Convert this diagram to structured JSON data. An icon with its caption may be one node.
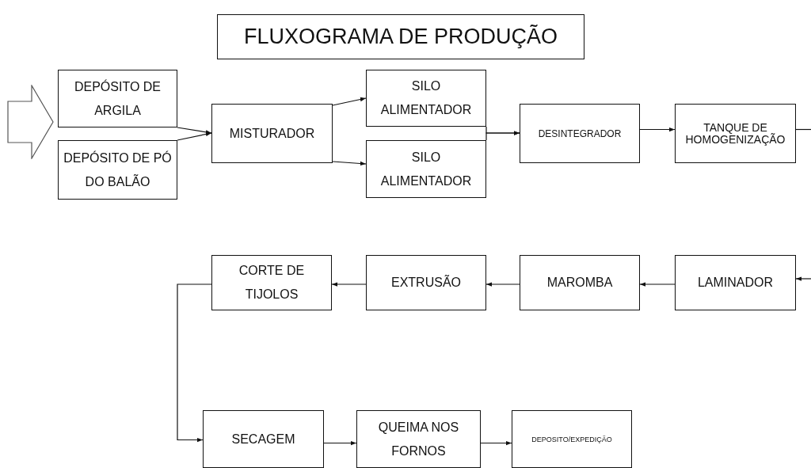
{
  "diagram": {
    "title": "FLUXOGRAMA DE PRODUÇÃO",
    "nodes": [
      {
        "text": [],
        "shape": "arrow"
      },
      {
        "text": [
          "DEPÓSITO DE ARGILA"
        ]
      },
      {
        "text": [
          "DEPÓSITO DE PÓ DO BALÃO"
        ]
      },
      {
        "text": [
          "MISTURADOR"
        ]
      },
      {
        "text": [
          "SILO ALIMENTADOR"
        ]
      },
      {
        "text": [
          "SILO ALIMENTADOR"
        ]
      },
      {
        "text": [
          "DESINTEGRADOR"
        ]
      },
      {
        "text": [
          "TANQUE DE HOMOGENIZAÇÃO"
        ]
      },
      {
        "text": [
          "CORTE DE TIJOLOS"
        ]
      },
      {
        "text": [
          "EXTRUSÃO"
        ]
      },
      {
        "text": [
          "MAROMBA"
        ]
      },
      {
        "text": [
          "LAMINADOR"
        ]
      },
      {
        "text": [
          "SECAGEM"
        ]
      },
      {
        "text": [
          "QUEIMA NOS FORNOS"
        ]
      },
      {
        "text": [
          "DEPOSITO/EXPEDIÇÃO"
        ]
      }
    ],
    "edges": [
      {
        "from": 1,
        "to": 3,
        "arrow": "to"
      },
      {
        "from": 2,
        "to": 3,
        "arrow": "to"
      },
      {
        "from": 3,
        "to": 4,
        "arrow": "to"
      },
      {
        "from": 3,
        "to": 5,
        "arrow": "to"
      },
      {
        "from": 4,
        "to": 6,
        "arrow": "to"
      },
      {
        "from": 5,
        "to": 6,
        "arrow": "to"
      },
      {
        "from": 6,
        "to": 7,
        "arrow": "to"
      },
      {
        "from": 7,
        "to": null,
        "arrow": "none"
      },
      {
        "from": null,
        "to": 11,
        "arrow": "to"
      },
      {
        "from": 11,
        "to": 10,
        "arrow": "to"
      },
      {
        "from": 10,
        "to": 9,
        "arrow": "to"
      },
      {
        "from": 9,
        "to": 8,
        "arrow": "to"
      },
      {
        "from": 8,
        "to": 12,
        "arrow": "to"
      },
      {
        "from": 12,
        "to": 13,
        "arrow": "to"
      },
      {
        "from": 13,
        "to": 14,
        "arrow": "to"
      }
    ]
  }
}
